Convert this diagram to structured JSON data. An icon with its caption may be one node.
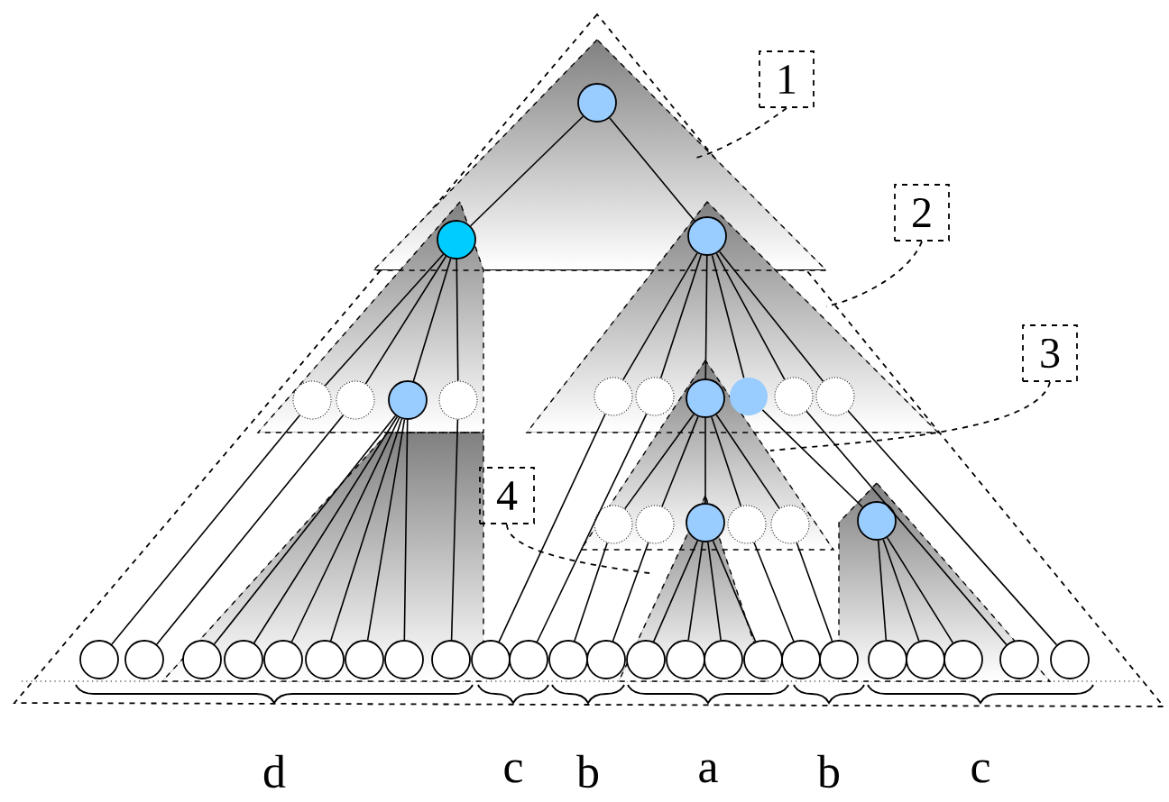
{
  "diagram": {
    "nodes": [
      {
        "text": [],
        "shape": "circle"
      },
      {
        "text": [],
        "shape": "circle"
      },
      {
        "text": [],
        "shape": "circle"
      },
      {
        "text": [],
        "shape": "circle"
      },
      {
        "text": [],
        "shape": "circle"
      },
      {
        "text": [],
        "shape": "circle"
      },
      {
        "text": [],
        "shape": "circle"
      },
      {
        "text": [],
        "shape": "circle"
      },
      {
        "text": [],
        "shape": "circle"
      },
      {
        "text": [],
        "shape": "circle"
      },
      {
        "text": [],
        "shape": "circle"
      },
      {
        "text": [],
        "shape": "circle"
      },
      {
        "text": [],
        "shape": "circle"
      },
      {
        "text": [],
        "shape": "circle"
      },
      {
        "text": [],
        "shape": "circle"
      },
      {
        "text": [],
        "shape": "circle"
      },
      {
        "text": [],
        "shape": "circle"
      },
      {
        "text": [],
        "shape": "circle"
      },
      {
        "text": [],
        "shape": "circle"
      },
      {
        "text": [],
        "shape": "circle"
      },
      {
        "text": [],
        "shape": "circle"
      },
      {
        "text": [],
        "shape": "circle"
      },
      {
        "text": [],
        "shape": "circle"
      },
      {
        "text": [],
        "shape": "circle"
      },
      {
        "text": [],
        "shape": "circle"
      },
      {
        "text": [],
        "shape": "circle"
      },
      {
        "text": [],
        "shape": "circle"
      },
      {
        "text": [],
        "shape": "circle"
      },
      {
        "text": [],
        "shape": "circle"
      },
      {
        "text": [],
        "shape": "circle"
      },
      {
        "text": [],
        "shape": "circle"
      },
      {
        "text": [],
        "shape": "circle"
      },
      {
        "text": [],
        "shape": "circle"
      },
      {
        "text": [],
        "shape": "circle"
      },
      {
        "text": [],
        "shape": "circle"
      },
      {
        "text": [],
        "shape": "circle"
      },
      {
        "text": [],
        "shape": "circle"
      },
      {
        "text": [],
        "shape": "circle"
      },
      {
        "text": [],
        "shape": "circle"
      },
      {
        "text": [],
        "shape": "circle"
      },
      {
        "text": [],
        "shape": "circle"
      },
      {
        "text": [],
        "shape": "circle"
      },
      {
        "text": [],
        "shape": "circle"
      },
      {
        "text": [
          "1"
        ]
      },
      {
        "text": [
          "2"
        ]
      },
      {
        "text": [
          "3"
        ]
      },
      {
        "text": [
          "4"
        ]
      }
    ],
    "edges": [
      {
        "from": 0,
        "to": 1,
        "arrow": "none"
      },
      {
        "from": 0,
        "to": 2,
        "arrow": "none"
      },
      {
        "from": 1,
        "to": 3,
        "arrow": "none"
      },
      {
        "from": 1,
        "to": 4,
        "arrow": "none"
      },
      {
        "from": 1,
        "to": 5,
        "arrow": "none"
      },
      {
        "from": 1,
        "to": 6,
        "arrow": "none"
      },
      {
        "from": 3,
        "to": 19,
        "arrow": "none"
      },
      {
        "from": 4,
        "to": 20,
        "arrow": "none"
      },
      {
        "from": 5,
        "to": 21,
        "arrow": "none"
      },
      {
        "from": 5,
        "to": 22,
        "arrow": "none"
      },
      {
        "from": 5,
        "to": 23,
        "arrow": "none"
      },
      {
        "from": 5,
        "to": 24,
        "arrow": "none"
      },
      {
        "from": 5,
        "to": 25,
        "arrow": "none"
      },
      {
        "from": 5,
        "to": 26,
        "arrow": "none"
      },
      {
        "from": 6,
        "to": 27,
        "arrow": "none"
      },
      {
        "from": 2,
        "to": 7,
        "arrow": "none"
      },
      {
        "from": 2,
        "to": 8,
        "arrow": "none"
      },
      {
        "from": 2,
        "to": 9,
        "arrow": "none"
      },
      {
        "from": 2,
        "to": 10,
        "arrow": "none"
      },
      {
        "from": 2,
        "to": 11,
        "arrow": "none"
      },
      {
        "from": 2,
        "to": 12,
        "arrow": "none"
      },
      {
        "from": 7,
        "to": 28,
        "arrow": "none"
      },
      {
        "from": 8,
        "to": 29,
        "arrow": "none"
      },
      {
        "from": 9,
        "to": 13,
        "arrow": "none"
      },
      {
        "from": 9,
        "to": 14,
        "arrow": "none"
      },
      {
        "from": 9,
        "to": 15,
        "arrow": "none"
      },
      {
        "from": 9,
        "to": 16,
        "arrow": "none"
      },
      {
        "from": 9,
        "to": 17,
        "arrow": "none"
      },
      {
        "from": 13,
        "to": 30,
        "arrow": "none"
      },
      {
        "from": 14,
        "to": 31,
        "arrow": "none"
      },
      {
        "from": 15,
        "to": 32,
        "arrow": "none"
      },
      {
        "from": 15,
        "to": 33,
        "arrow": "none"
      },
      {
        "from": 15,
        "to": 34,
        "arrow": "none"
      },
      {
        "from": 15,
        "to": 35,
        "arrow": "none"
      },
      {
        "from": 16,
        "to": 36,
        "arrow": "none"
      },
      {
        "from": 17,
        "to": 37,
        "arrow": "none"
      },
      {
        "from": 10,
        "to": 18,
        "arrow": "none"
      },
      {
        "from": 18,
        "to": 38,
        "arrow": "none"
      },
      {
        "from": 18,
        "to": 39,
        "arrow": "none"
      },
      {
        "from": 18,
        "to": 40,
        "arrow": "none"
      },
      {
        "from": 11,
        "to": 41,
        "arrow": "none"
      },
      {
        "from": 12,
        "to": 42,
        "arrow": "none"
      },
      {
        "from": 43,
        "to": null,
        "arrow": "none",
        "style": "dashed"
      },
      {
        "from": 44,
        "to": null,
        "arrow": "none",
        "style": "dashed"
      },
      {
        "from": 45,
        "to": null,
        "arrow": "none",
        "style": "dashed"
      },
      {
        "from": 46,
        "to": null,
        "arrow": "none",
        "style": "dashed"
      }
    ],
    "labels": [
      "d",
      "c",
      "b",
      "a",
      "b",
      "c"
    ]
  }
}
